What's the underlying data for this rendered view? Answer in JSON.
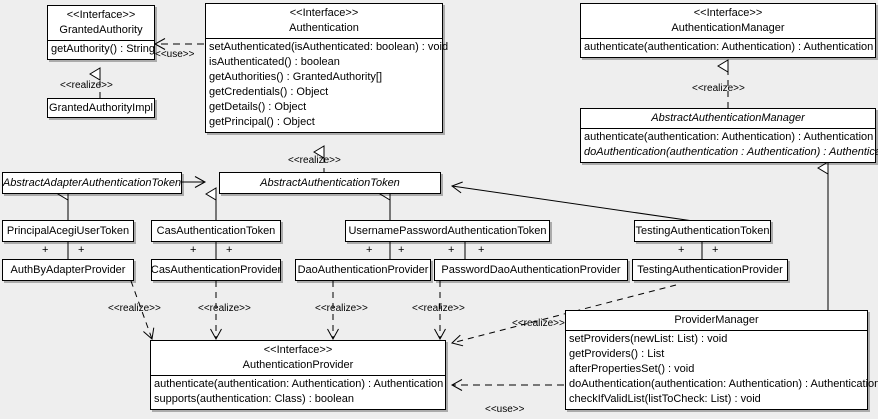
{
  "diagram": {
    "type": "uml-class-diagram",
    "background_color": "#eeeeee",
    "box_fill": "#ffffff",
    "line_color": "#000000"
  },
  "classes": {
    "granted_authority": {
      "stereotype": "<<Interface>>",
      "name": "GrantedAuthority",
      "methods": [
        "getAuthority() : String"
      ]
    },
    "granted_authority_impl": {
      "name": "GrantedAuthorityImpl"
    },
    "authentication": {
      "stereotype": "<<Interface>>",
      "name": "Authentication",
      "methods": [
        "setAuthenticated(isAuthenticated: boolean) : void",
        "isAuthenticated() : boolean",
        "getAuthorities() : GrantedAuthority[]",
        "getCredentials() : Object",
        "getDetails() : Object",
        "getPrincipal() : Object"
      ]
    },
    "authentication_manager": {
      "stereotype": "<<Interface>>",
      "name": "AuthenticationManager",
      "methods": [
        "authenticate(authentication: Authentication) : Authentication"
      ]
    },
    "abstract_authentication_manager": {
      "name": "AbstractAuthenticationManager",
      "methods": [
        "authenticate(authentication: Authentication) : Authentication",
        "doAuthentication(authentication : Authentication) : Authentication"
      ]
    },
    "abstract_adapter_authentication_token": {
      "name": "AbstractAdapterAuthenticationToken"
    },
    "abstract_authentication_token": {
      "name": "AbstractAuthenticationToken"
    },
    "principal_acegi_user_token": {
      "name": "PrincipalAcegiUserToken"
    },
    "cas_authentication_token": {
      "name": "CasAuthenticationToken"
    },
    "username_password_authentication_token": {
      "name": "UsernamePasswordAuthenticationToken"
    },
    "testing_authentication_token": {
      "name": "TestingAuthenticationToken"
    },
    "auth_by_adapter_provider": {
      "name": "AuthByAdapterProvider"
    },
    "cas_authentication_provider": {
      "name": "CasAuthenticationProvider"
    },
    "dao_authentication_provider": {
      "name": "DaoAuthenticationProvider"
    },
    "password_dao_authentication_provider": {
      "name": "PasswordDaoAuthenticationProvider"
    },
    "testing_authentication_provider": {
      "name": "TestingAuthenticationProvider"
    },
    "authentication_provider": {
      "stereotype": "<<Interface>>",
      "name": "AuthenticationProvider",
      "methods": [
        "authenticate(authentication: Authentication) : Authentication",
        "supports(authentication: Class) : boolean"
      ]
    },
    "provider_manager": {
      "name": "ProviderManager",
      "methods": [
        "setProviders(newList: List) : void",
        "getProviders() : List",
        "afterPropertiesSet() : void",
        "doAuthentication(authentication: Authentication) : Authentication",
        "checkIfValidList(listToCheck: List) : void"
      ]
    }
  },
  "edge_labels": {
    "use_authentication_granted_authority": "<<use>>",
    "realize_granted_authority_impl": "<<realize>>",
    "realize_abstract_authentication_token": "<<realize>>",
    "realize_abstract_authentication_manager": "<<realize>>",
    "realize_auth_by_adapter": "<<realize>>",
    "realize_cas_provider": "<<realize>>",
    "realize_dao_provider": "<<realize>>",
    "realize_password_dao_provider": "<<realize>>",
    "realize_provider_manager": "<<realize>>",
    "use_provider_manager_authentication_provider": "<<use>>"
  },
  "association_markers": {
    "plus": "+"
  }
}
